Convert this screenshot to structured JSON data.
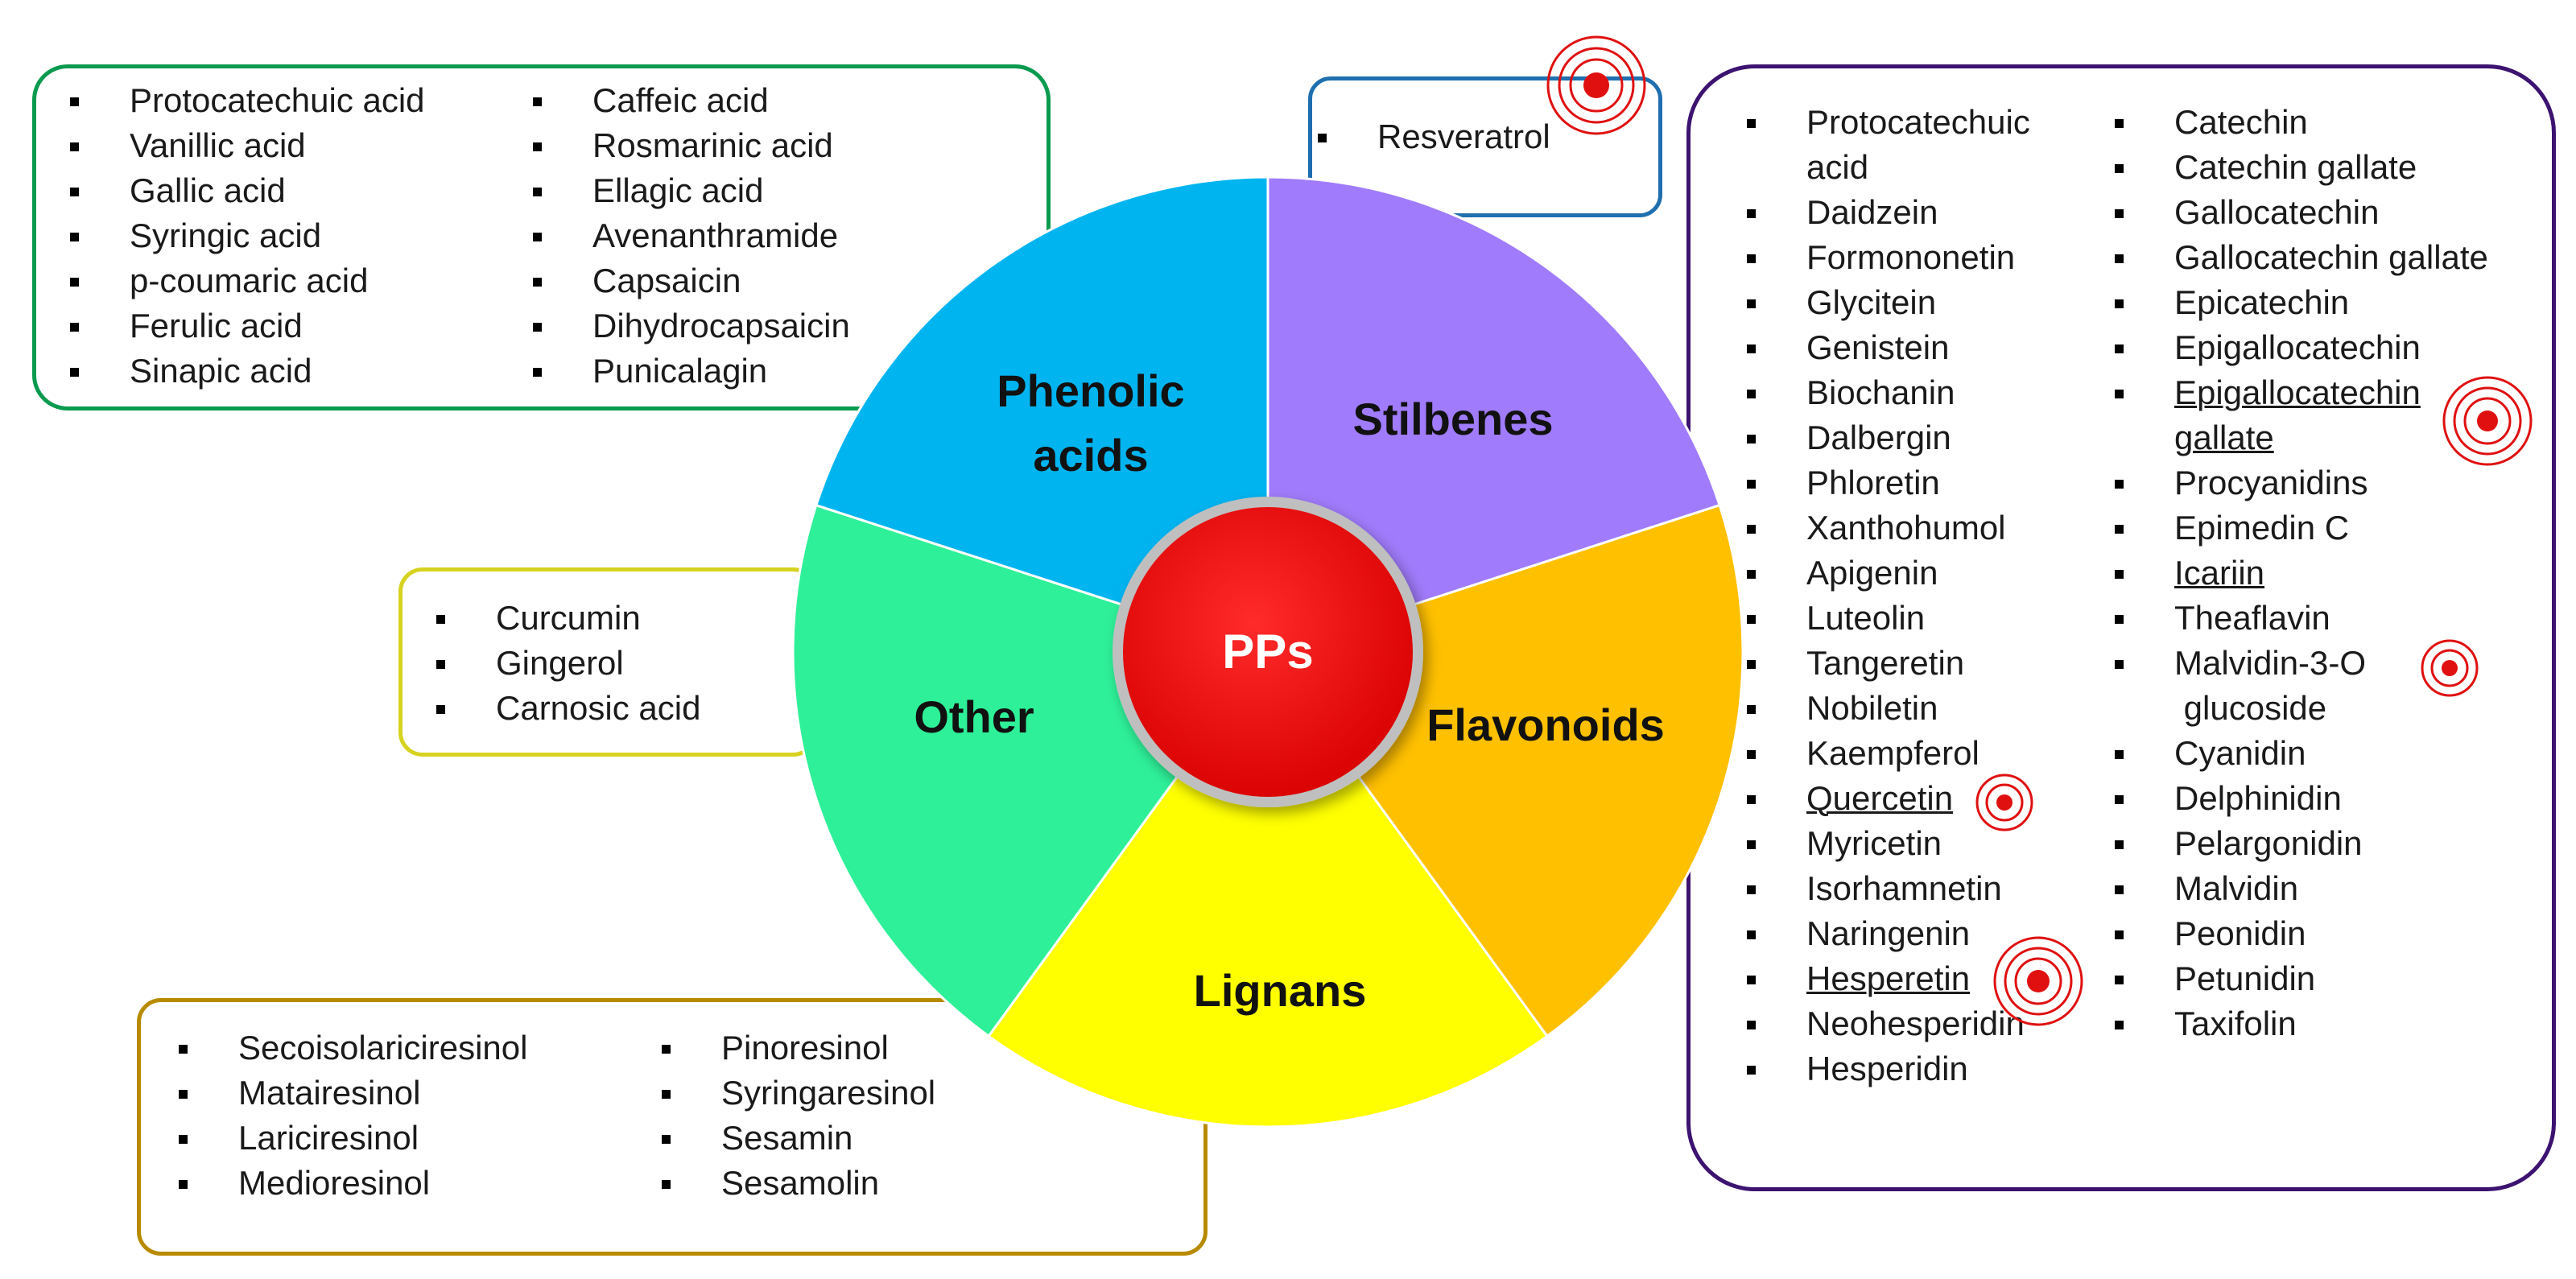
{
  "center_label": "PPs",
  "segments": {
    "phenolic_acids": {
      "line1": "Phenolic",
      "line2": "acids",
      "color": "#2ef098"
    },
    "stilbenes": {
      "label": "Stilbenes",
      "color": "#00b4f0"
    },
    "flavonoids": {
      "label": "Flavonoids",
      "color": "#a07bfb"
    },
    "lignans": {
      "label": "Lignans",
      "color": "#ffc000"
    },
    "other": {
      "label": "Other",
      "color": "#ffff00"
    }
  },
  "center_color": "#f00000",
  "marker_color": "#e01010",
  "phenolic_acids_list": {
    "col1": [
      "Protocatechuic acid",
      "Vanillic acid",
      "Gallic acid",
      "Syringic acid",
      "p-coumaric acid",
      "Ferulic acid",
      "Sinapic acid"
    ],
    "col2": [
      "Caffeic acid",
      "Rosmarinic acid",
      "Ellagic acid",
      "Avenanthramide",
      "Capsaicin",
      "Dihydrocapsaicin",
      "Punicalagin"
    ]
  },
  "stilbenes_list": [
    "Resveratrol"
  ],
  "flavonoids_list": {
    "col1": {
      "item0a": "Protocatechuic",
      "item0b": "acid",
      "items": [
        "Daidzein",
        "Formononetin",
        "Glycitein",
        "Genistein",
        "Biochanin",
        "Dalbergin",
        "Phloretin",
        "Xanthohumol",
        "Apigenin",
        "Luteolin",
        "Tangeretin",
        "Nobiletin",
        "Kaempferol",
        "Quercetin",
        "Myricetin",
        "Isorhamnetin",
        "Naringenin",
        "Hesperetin",
        "Neohesperidin",
        "Hesperidin"
      ]
    },
    "col2": {
      "items_a": [
        "Catechin",
        "Catechin gallate",
        "Gallocatechin",
        "Gallocatechin gallate",
        "Epicatechin",
        "Epigallocatechin"
      ],
      "egcg_a": "Epigallocatechin",
      "egcg_b": "gallate",
      "items_b": [
        "Procyanidins",
        "Epimedin C",
        "Icariin",
        "Theaflavin"
      ],
      "malvidin_a": "Malvidin-3-O",
      "malvidin_b": " glucoside",
      "items_c": [
        "Cyanidin",
        "Delphinidin",
        "Pelargonidin",
        "Malvidin",
        "Peonidin",
        "Petunidin",
        "Taxifolin"
      ]
    }
  },
  "other_list": [
    "Curcumin",
    "Gingerol",
    "Carnosic acid"
  ],
  "lignans_list": {
    "col1": [
      "Secoisolariciresinol",
      "Matairesinol",
      "Lariciresinol",
      "Medioresinol"
    ],
    "col2": [
      "Pinoresinol",
      "Syringaresinol",
      "Sesamin",
      "Sesamolin"
    ]
  }
}
